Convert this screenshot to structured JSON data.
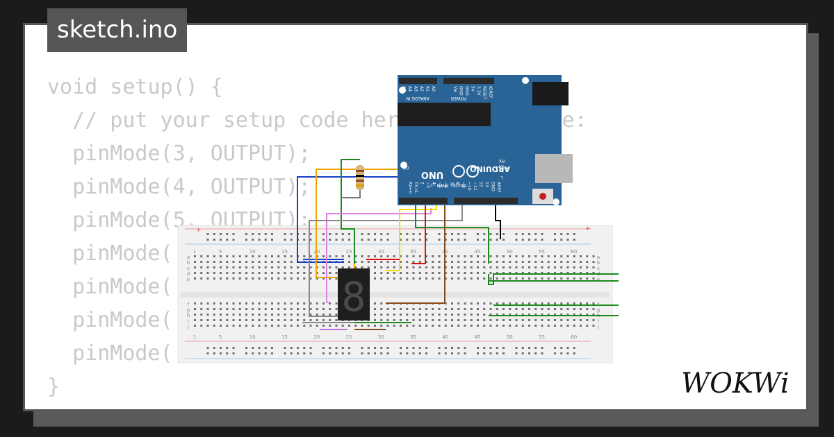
{
  "file_tab": {
    "label": "sketch.ino"
  },
  "code": {
    "lines": [
      "void setup() {",
      "  // put your setup code here, to run once:",
      "  pinMode(3, OUTPUT);",
      "  pinMode(4, OUTPUT);",
      "  pinMode(5, OUTPUT);",
      "  pinMode(",
      "  pinMode(",
      "  pinMode(",
      "  pinMode(",
      "}"
    ]
  },
  "arduino": {
    "brand": "ARDUINO",
    "model": "UNO",
    "digital_label": "DIGITAL (PWM ~)",
    "analog_label": "ANALOG IN",
    "power_label": "POWER",
    "on_label": "ON",
    "tx_label": "TX",
    "rx_label": "RX",
    "l_label": "L",
    "power_pins": [
      "IOREF",
      "RESET",
      "3.3V",
      "5V",
      "GND",
      "GND",
      "Vin"
    ],
    "analog_pins": [
      "A0",
      "A1",
      "A2",
      "A3",
      "A4",
      "A5"
    ],
    "digital_pins": [
      "AREF",
      "GND",
      "13",
      "12",
      "~11",
      "~10",
      "~9",
      "8",
      "7",
      "~6",
      "~5",
      "4",
      "~3",
      "2",
      "TX→1",
      "RX←0"
    ]
  },
  "breadboard": {
    "column_numbers": [
      "1",
      "5",
      "10",
      "15",
      "20",
      "25",
      "30",
      "35",
      "40",
      "45",
      "50",
      "55",
      "60"
    ],
    "row_letters_top": [
      "a",
      "b",
      "c",
      "d",
      "e"
    ],
    "row_letters_bottom": [
      "f",
      "g",
      "h",
      "i",
      "j"
    ]
  },
  "seven_segment": {
    "digit": "8"
  },
  "brand": {
    "logo_text": "WOKWi"
  },
  "colors": {
    "background": "#1b1b1b",
    "card": "#ffffff",
    "tab_bg": "#555555",
    "code_text": "#c9c9c9",
    "arduino_blue": "#2a6496",
    "breadboard": "#f2f2f2",
    "rail_red": "#e88",
    "rail_blue": "#8bd",
    "button_green": "#1a8a1a"
  }
}
